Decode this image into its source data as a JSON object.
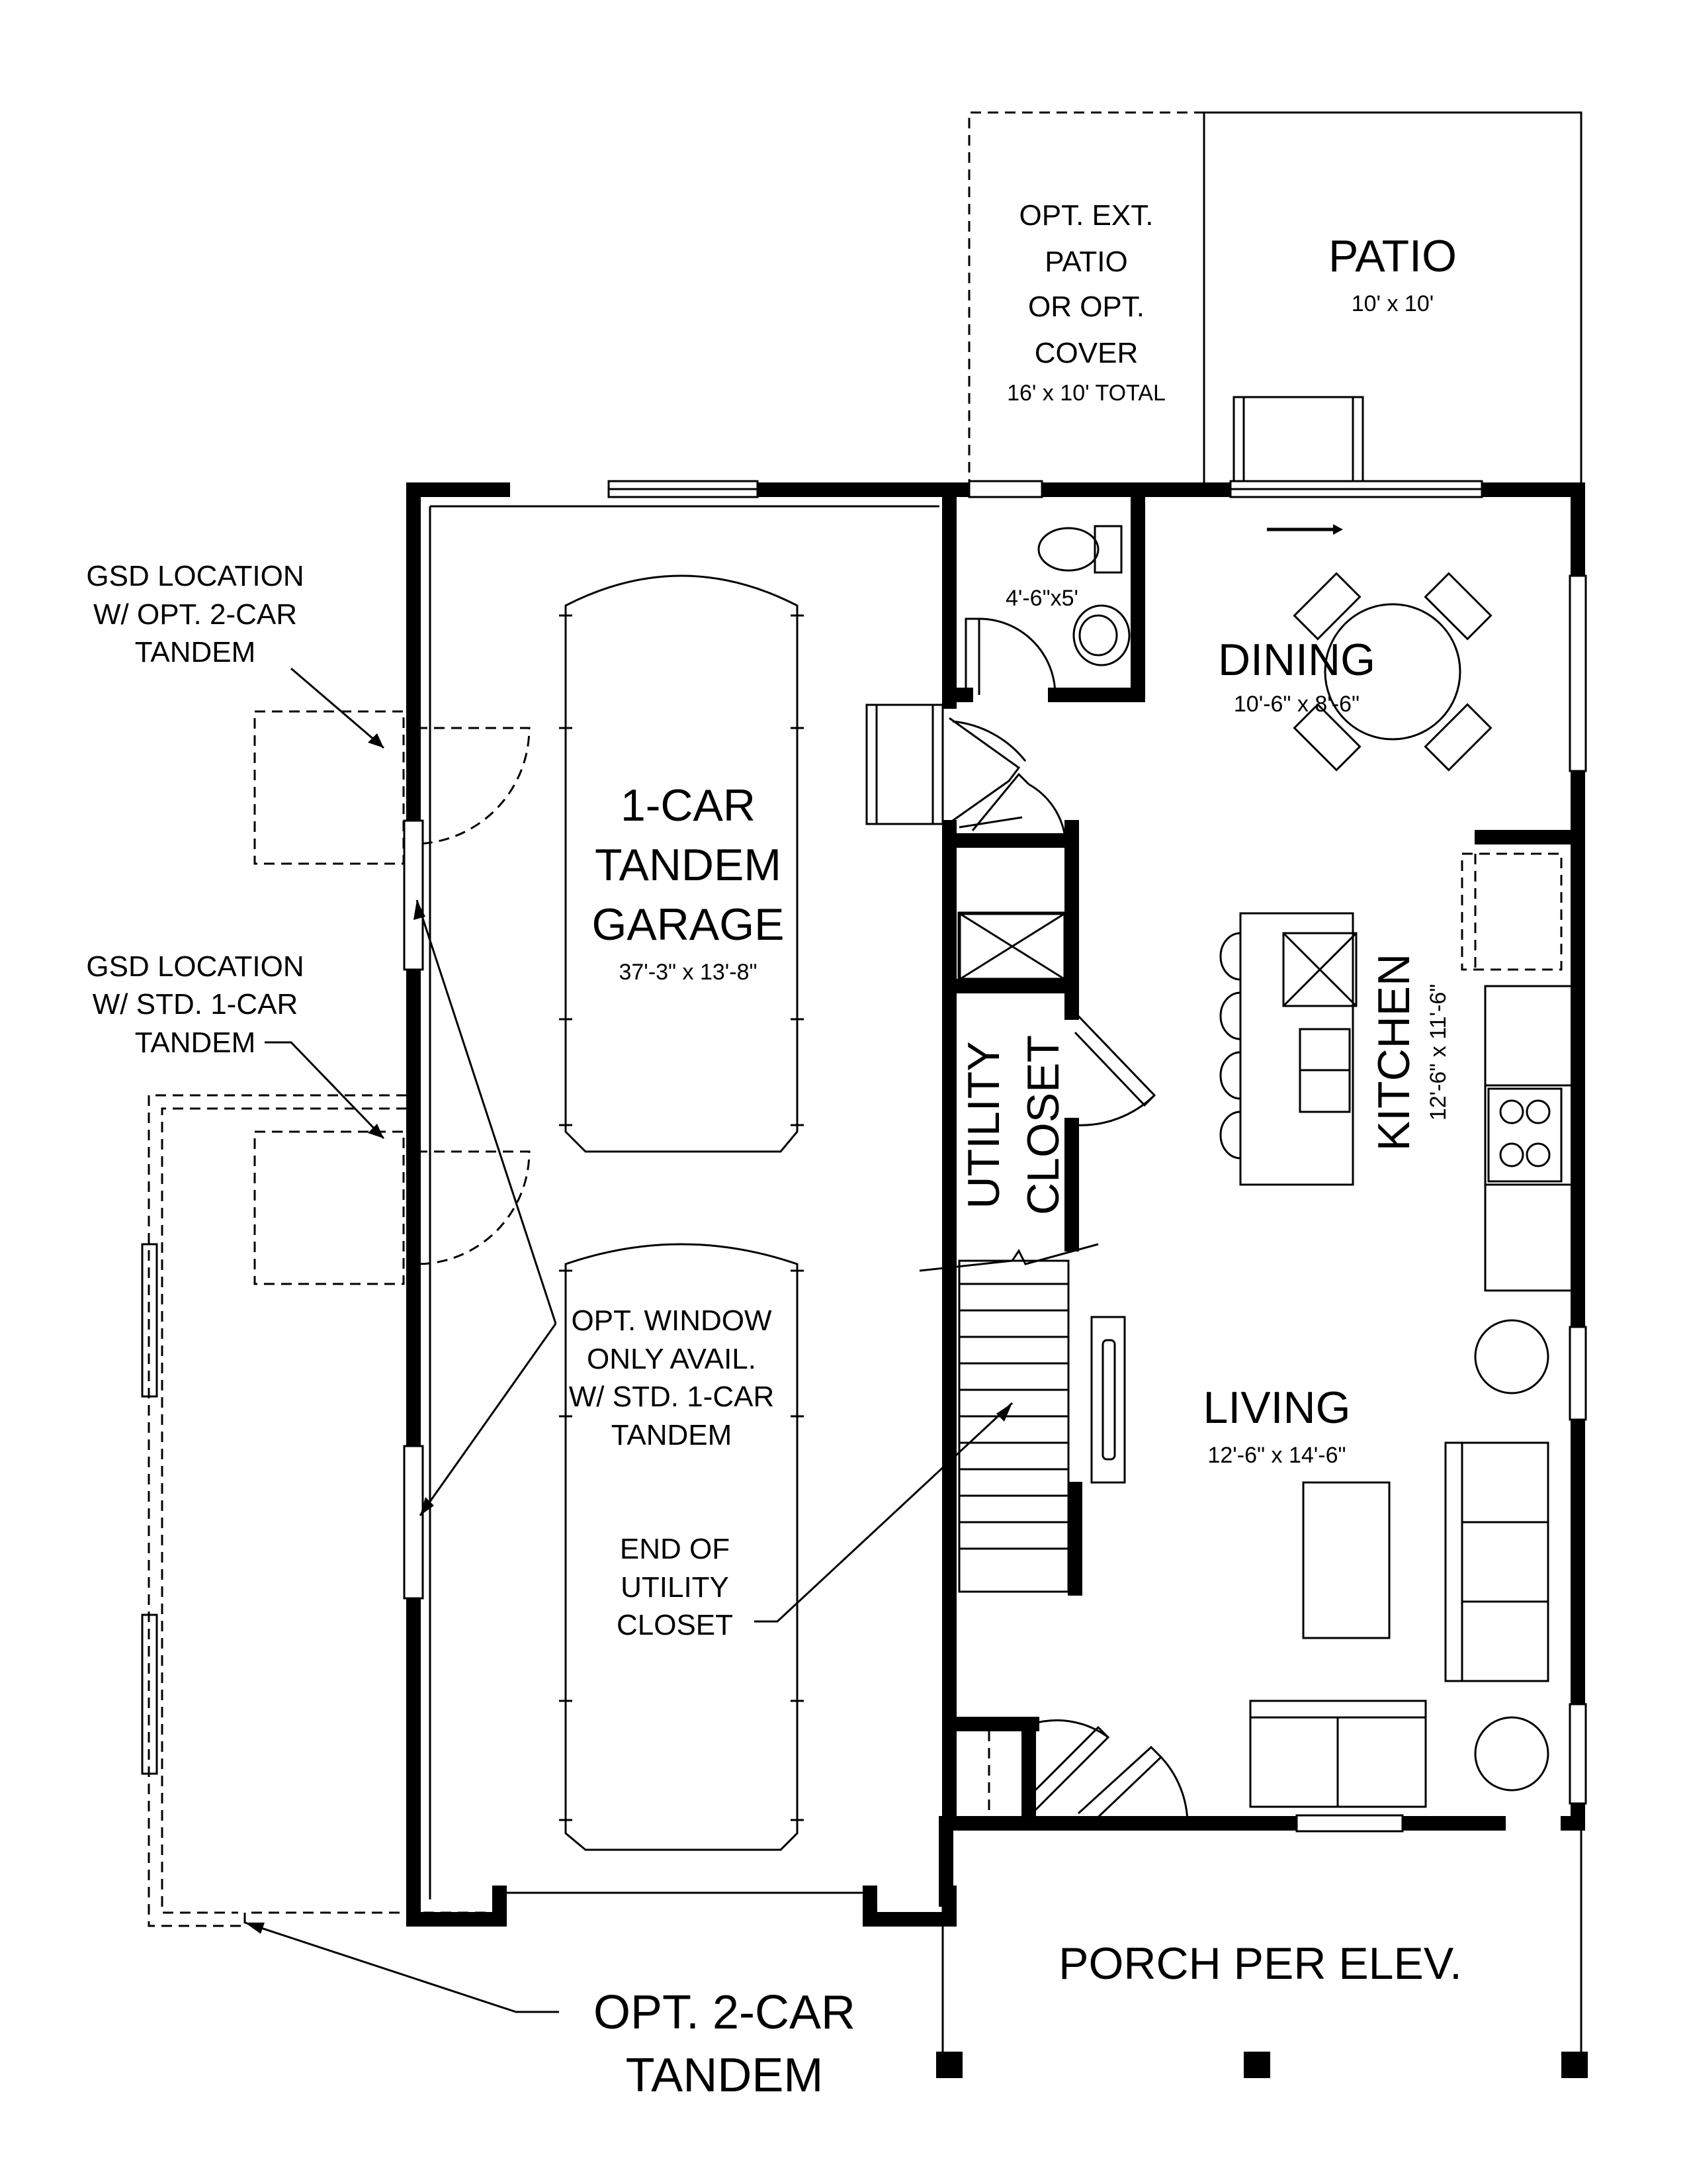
{
  "rooms": {
    "opt_ext_patio": {
      "lines": [
        "OPT. EXT.",
        "PATIO",
        "OR OPT.",
        "COVER"
      ],
      "dims": "16' x 10' TOTAL"
    },
    "patio": {
      "name": "PATIO",
      "dims": "10' x 10'"
    },
    "powder": {
      "dims": "4'-6\"x5'"
    },
    "dining": {
      "name": "DINING",
      "dims": "10'-6\" x 8'-6\""
    },
    "garage": {
      "lines": [
        "1-CAR",
        "TANDEM",
        "GARAGE"
      ],
      "dims": "37'-3\" x 13'-8\""
    },
    "kitchen": {
      "name": "KITCHEN",
      "dims": "12'-6\" x 11'-6\""
    },
    "utility": {
      "lines": [
        "UTILITY",
        "CLOSET"
      ]
    },
    "living": {
      "name": "LIVING",
      "dims": "12'-6\" x 14'-6\""
    },
    "porch": {
      "name": "PORCH PER ELEV."
    }
  },
  "notes": {
    "gsd_2car": [
      "GSD LOCATION",
      "W/ OPT. 2-CAR",
      "TANDEM"
    ],
    "gsd_1car": [
      "GSD LOCATION",
      "W/ STD. 1-CAR",
      "TANDEM"
    ],
    "opt_window": [
      "OPT. WINDOW",
      "ONLY AVAIL.",
      "W/ STD. 1-CAR",
      "TANDEM"
    ],
    "end_utility": [
      "END OF",
      "UTILITY",
      "CLOSET"
    ],
    "opt_2car": [
      "OPT. 2-CAR",
      "TANDEM"
    ]
  }
}
